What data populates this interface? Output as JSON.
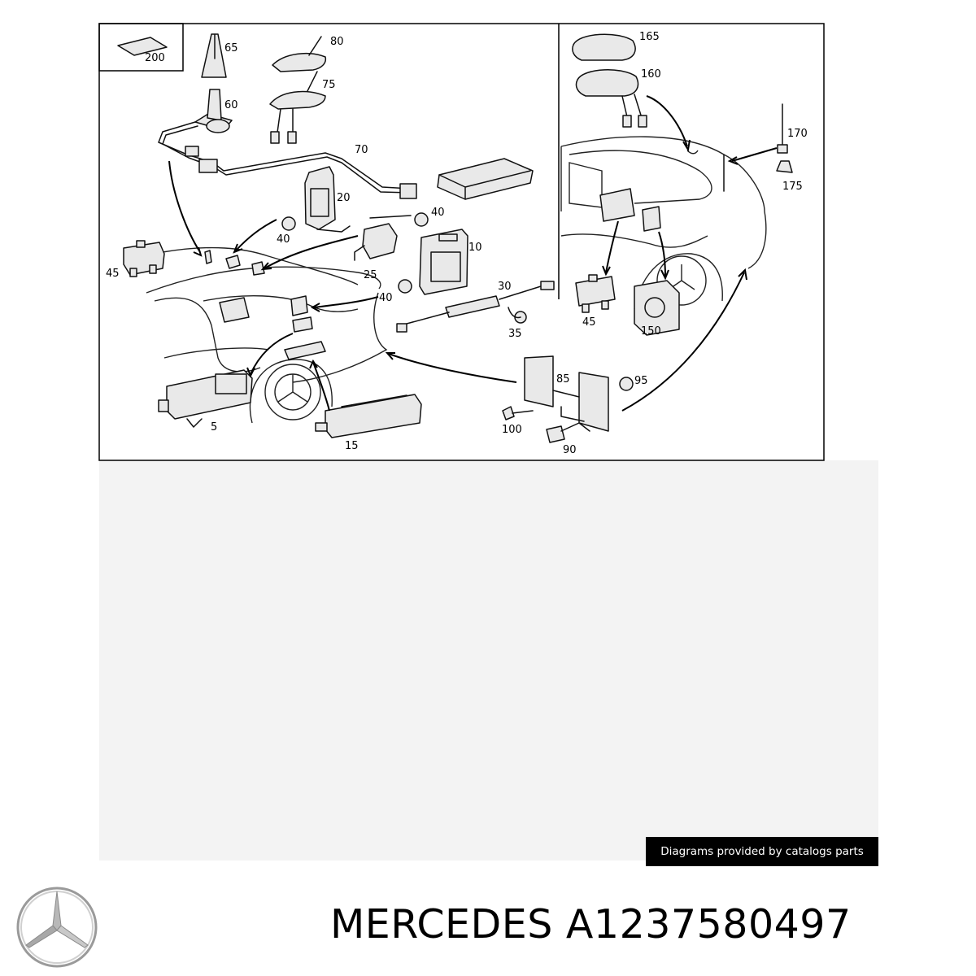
{
  "diagram": {
    "labels": {
      "p200": "200",
      "p65": "65",
      "p80": "80",
      "p75": "75",
      "p60": "60",
      "p70": "70",
      "p20": "20",
      "p40a": "40",
      "p40b": "40",
      "p40c": "40",
      "p25": "25",
      "p10": "10",
      "p45a": "45",
      "p30": "30",
      "p35": "35",
      "p5": "5",
      "p15": "15",
      "p85": "85",
      "p95": "95",
      "p100": "100",
      "p90": "90",
      "p165": "165",
      "p160": "160",
      "p170": "170",
      "p175": "175",
      "p45b": "45",
      "p150": "150"
    }
  },
  "footer": {
    "credit": "Diagrams provided by catalogs parts",
    "title": "MERCEDES A1237580497",
    "logo_icon": "mercedes-star-icon"
  }
}
